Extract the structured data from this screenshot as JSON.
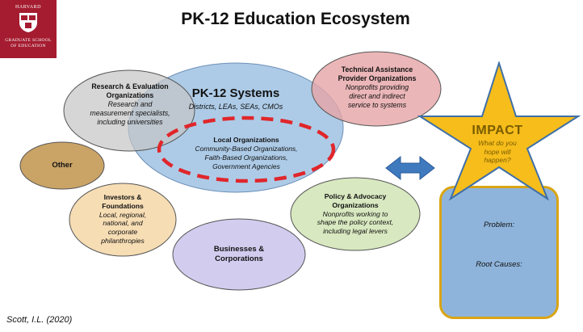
{
  "logo": {
    "top_text": "HARVARD",
    "bottom_lines": [
      "GRADUATE SCHOOL",
      "OF EDUCATION"
    ]
  },
  "title": "PK-12 Education Ecosystem",
  "nodes": {
    "pk12": {
      "title": "PK-12 Systems",
      "subtitle": "Districts, LEAs, SEAs, CMOs"
    },
    "local": {
      "title": "Local Organizations",
      "lines": [
        "Community-Based Organizations,",
        "Faith-Based Organizations,",
        "Government Agencies"
      ]
    },
    "research": {
      "title_lines": [
        "Research & Evaluation",
        "Organizations"
      ],
      "lines": [
        "Research and",
        "measurement specialists,",
        "including universities"
      ]
    },
    "technical": {
      "title_lines": [
        "Technical Assistance",
        "Provider Organizations"
      ],
      "lines": [
        "Nonprofits providing",
        "direct and indirect",
        "service to systems"
      ]
    },
    "other": {
      "title": "Other"
    },
    "investors": {
      "title_lines": [
        "Investors &",
        "Foundations"
      ],
      "lines": [
        "Local, regional,",
        "national, and",
        "corporate",
        "philanthropies"
      ]
    },
    "businesses": {
      "title_lines": [
        "Businesses &",
        "Corporations"
      ]
    },
    "policy": {
      "title_lines": [
        "Policy & Advocacy",
        "Organizations"
      ],
      "lines": [
        "Nonprofits working to",
        "shape the policy context,",
        "including legal levers"
      ]
    }
  },
  "impact": {
    "title": "IMPACT",
    "lines": [
      "What do you",
      "hope will",
      "happen?"
    ]
  },
  "panel": {
    "problem": "Problem:",
    "root_causes": "Root Causes:"
  },
  "citation": "Scott, I.L. (2020)",
  "colors": {
    "harvard_crimson": "#a51c30",
    "pk12_blue": "#a9c8e6",
    "local_dash": "#e0262b",
    "research_gray": "#c4c4c4",
    "technical_pink": "#e6a4a6",
    "other_tan": "#caa366",
    "investors_cream": "#f6ddb4",
    "businesses_lavender": "#d2cdef",
    "policy_green": "#d4e6b9",
    "impact_gold": "#f6bd1b",
    "impact_text": "#7a5c00",
    "arrow_blue": "#3f79be",
    "panel_blue": "#8fb4dc"
  }
}
